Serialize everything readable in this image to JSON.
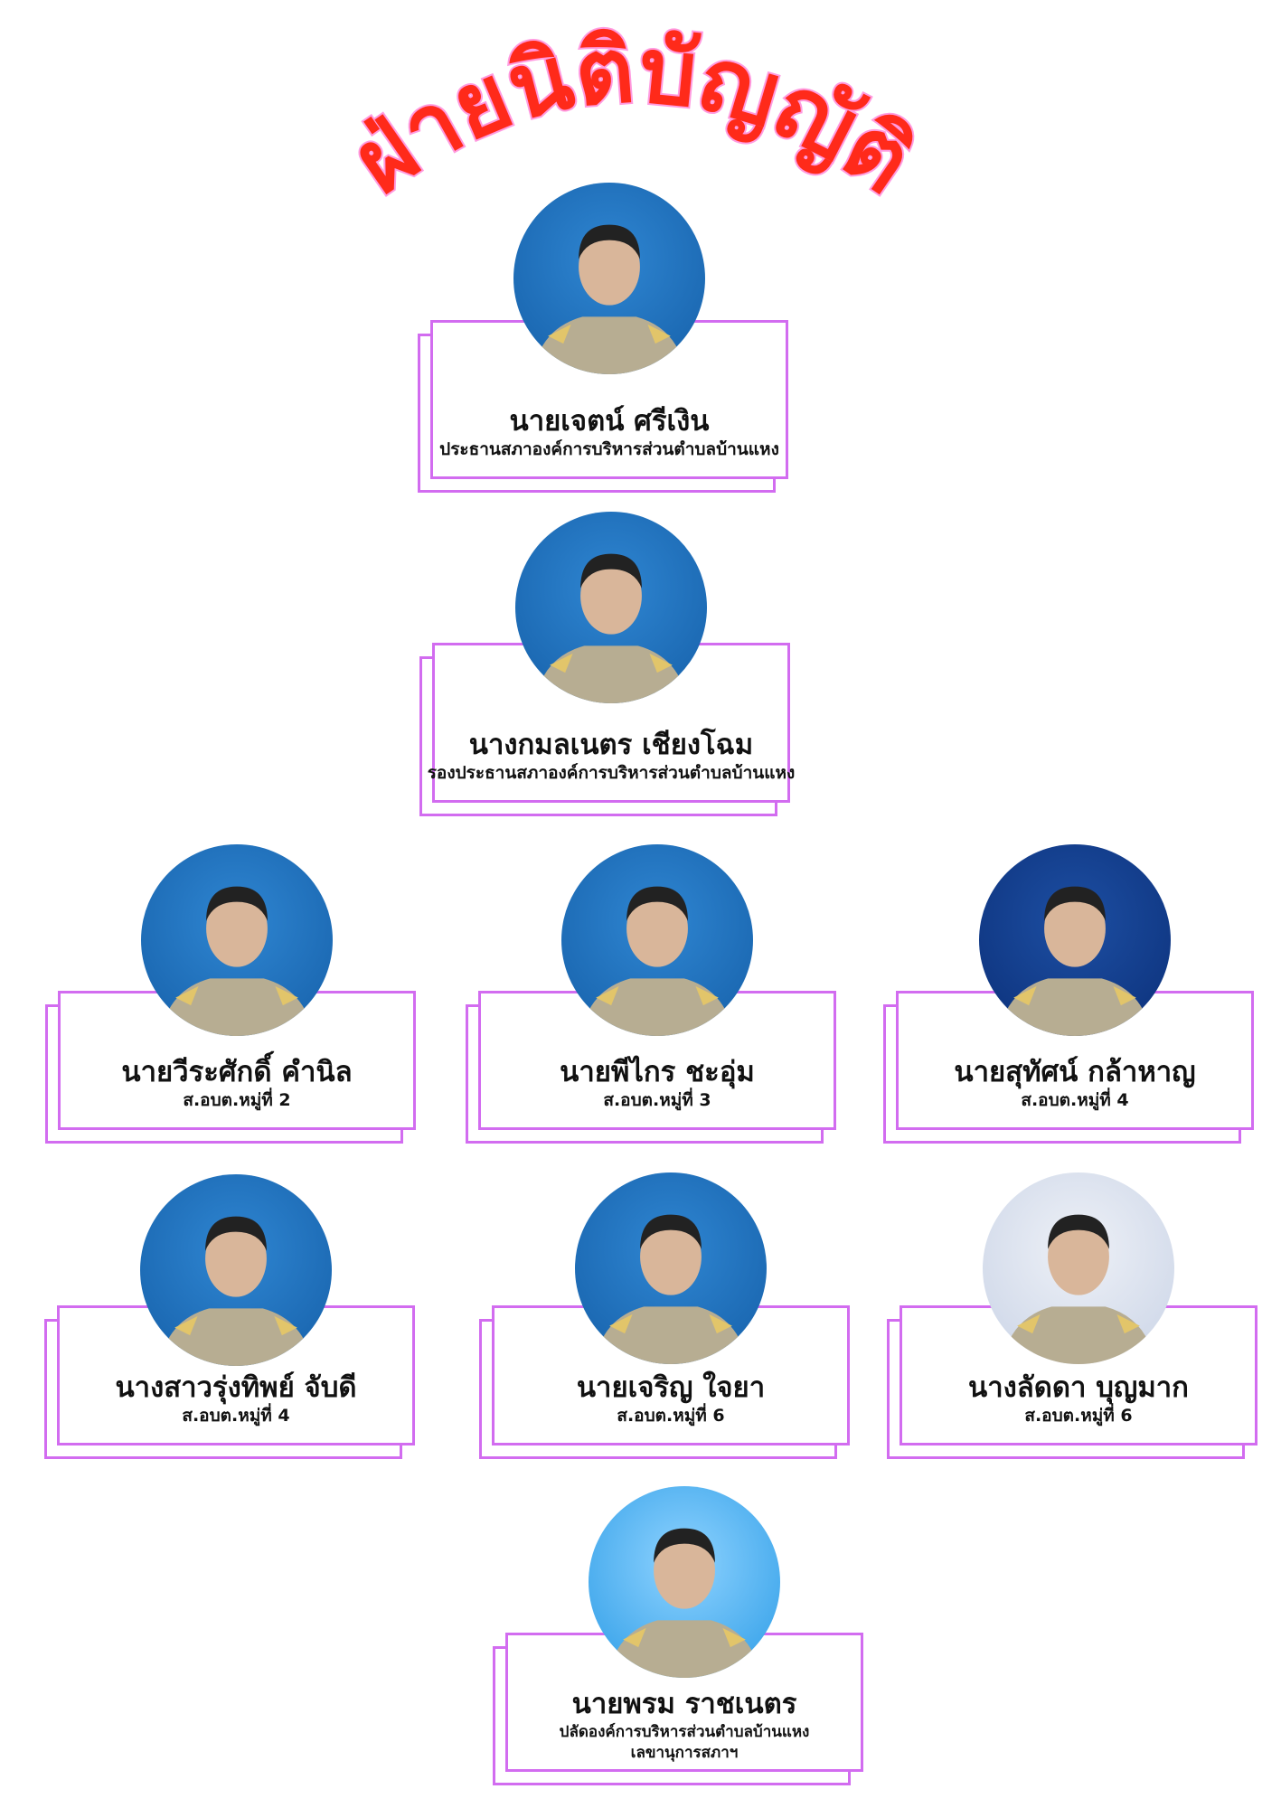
{
  "title": "ฝ่ายนิติบัญญัติ",
  "colors": {
    "title": "#ff2a1a",
    "title_outline": "#ff9be0",
    "card_border": "#d26cf0"
  },
  "members": [
    {
      "name": "นายเจตน์  ศรีเงิน",
      "roles": [
        "ประธานสภาองค์การบริหารส่วนตำบลบ้านแหง"
      ]
    },
    {
      "name": "นางกมลเนตร  เชียงโฉม",
      "roles": [
        "รองประธานสภาองค์การบริหารส่วนตำบลบ้านแหง"
      ]
    },
    {
      "name": "นายวีระศักดิ์  คำนิล",
      "roles": [
        "ส.อบต.หมู่ที่ 2"
      ]
    },
    {
      "name": "นายพีไกร  ชะอุ่ม",
      "roles": [
        "ส.อบต.หมู่ที่ 3"
      ]
    },
    {
      "name": "นายสุทัศน์  กล้าหาญ",
      "roles": [
        "ส.อบต.หมู่ที่ 4"
      ]
    },
    {
      "name": "นางสาวรุ่งทิพย์  จับดี",
      "roles": [
        "ส.อบต.หมู่ที่ 4"
      ]
    },
    {
      "name": "นายเจริญ  ใจยา",
      "roles": [
        "ส.อบต.หมู่ที่ 6"
      ]
    },
    {
      "name": "นางลัดดา  บุญมาก",
      "roles": [
        "ส.อบต.หมู่ที่ 6"
      ]
    },
    {
      "name": "นายพรม  ราชเนตร",
      "roles": [
        "ปลัดองค์การบริหารส่วนตำบลบ้านแหง",
        "เลขานุการสภาฯ"
      ]
    }
  ]
}
